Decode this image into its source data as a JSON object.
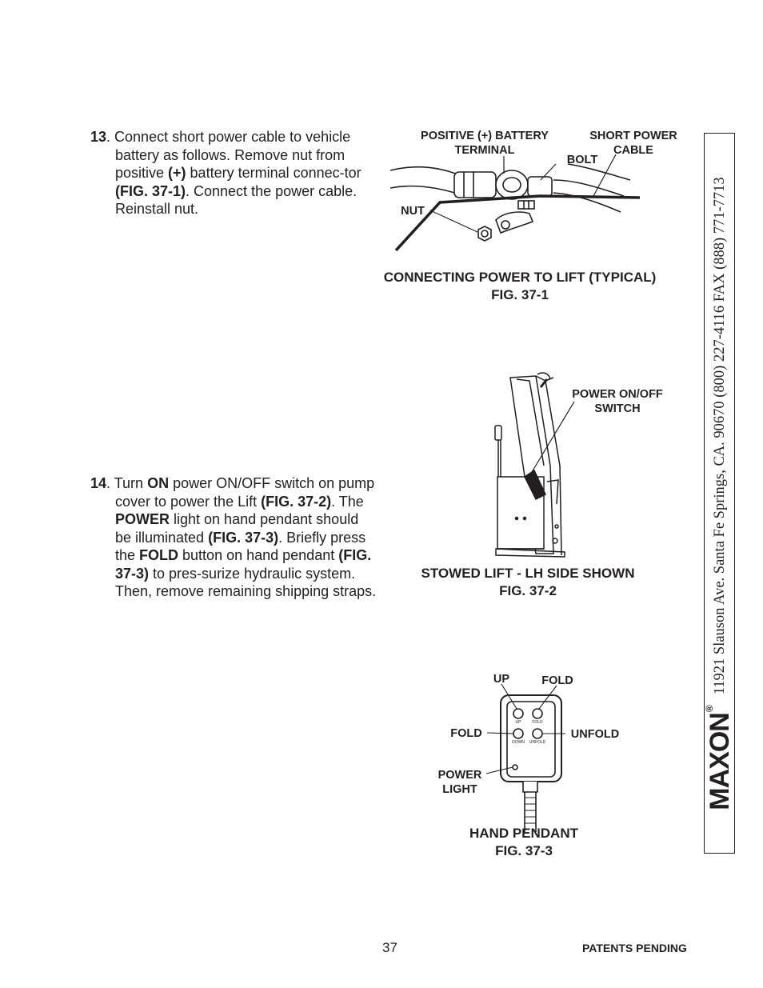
{
  "steps": {
    "s13": {
      "number": "13",
      "t1": ". Connect short power cable to vehicle battery as follows. Remove nut from positive ",
      "b1": "(+)",
      "t2": " battery terminal connec-tor ",
      "b2": "(FIG. 37-1)",
      "t3": ". Connect the power cable. Reinstall nut."
    },
    "s14": {
      "number": "14",
      "t1": ". Turn ",
      "b1": "ON",
      "t2": " power ON/OFF switch on pump cover to power the Lift ",
      "b2": "(FIG. 37-2)",
      "t3": ". The ",
      "b3": "POWER",
      "t4": " light on hand pendant should be illuminated ",
      "b4": "(FIG. 37-3)",
      "t5": ". Briefly press the ",
      "b5": "FOLD",
      "t6": " button on hand pendant ",
      "b6": "(FIG. 37-3)",
      "t7": " to pres-surize hydraulic system. Then, remove remaining shipping straps."
    }
  },
  "fig1": {
    "labels": {
      "positive_terminal": "POSITIVE (+) BATTERY TERMINAL",
      "short_power_cable": "SHORT POWER CABLE",
      "bolt": "BOLT",
      "nut": "NUT"
    },
    "caption_title": "CONNECTING POWER TO LIFT (TYPICAL)",
    "caption_fig": "FIG. 37-1"
  },
  "fig2": {
    "labels": {
      "power_switch": "POWER ON/OFF SWITCH"
    },
    "caption_title": "STOWED LIFT - LH SIDE SHOWN",
    "caption_fig": "FIG. 37-2"
  },
  "fig3": {
    "labels": {
      "up": "UP",
      "fold_top": "FOLD",
      "fold_left": "FOLD",
      "unfold": "UNFOLD",
      "power_light": "POWER LIGHT"
    },
    "pendant_buttons": {
      "up": "UP",
      "fold": "FOLD",
      "down": "DOWN",
      "unfold": "UNFOLD"
    },
    "caption_title": "HAND PENDANT",
    "caption_fig": "FIG. 37-3"
  },
  "sidebar": {
    "brand": "MAXON",
    "registered": "®",
    "address": "11921 Slauson Ave.  Santa Fe Springs, CA.  90670  (800) 227-4116  FAX (888) 771-7713"
  },
  "footer": {
    "page_number": "37",
    "patents": "PATENTS PENDING"
  },
  "colors": {
    "ink": "#231f20",
    "paper": "#ffffff"
  }
}
